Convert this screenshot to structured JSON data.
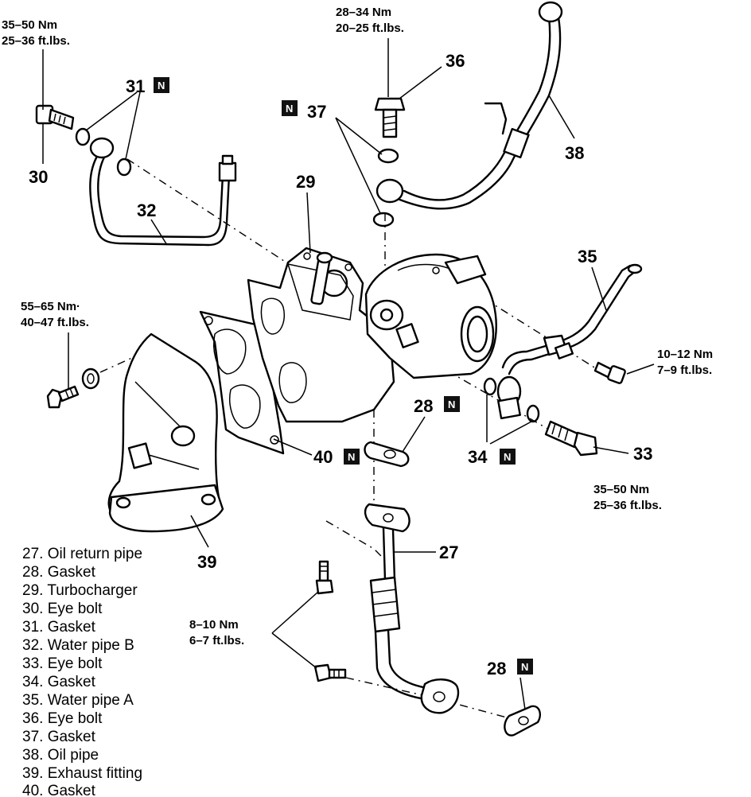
{
  "callouts": {
    "c27": "27",
    "c28a": "28",
    "c28b": "28",
    "c29": "29",
    "c30": "30",
    "c31": "31",
    "c32": "32",
    "c33": "33",
    "c34": "34",
    "c35": "35",
    "c36": "36",
    "c37": "37",
    "c38": "38",
    "c39": "39",
    "c40": "40"
  },
  "badge_symbol": "N",
  "torques": {
    "t30_nm": "35–50 Nm",
    "t30_ft": "25–36 ft.lbs.",
    "t36_nm": "28–34 Nm",
    "t36_ft": "20–25 ft.lbs.",
    "t_manifold_nm": "55–65 Nm·",
    "t_manifold_ft": "40–47 ft.lbs.",
    "t35_nm": "10–12 Nm",
    "t35_ft": "7–9 ft.lbs.",
    "t33_nm": "35–50 Nm",
    "t33_ft": "25–36 ft.lbs.",
    "t27_nm": "8–10 Nm",
    "t27_ft": "6–7 ft.lbs."
  },
  "legend": [
    "27. Oil return pipe",
    "28. Gasket",
    "29. Turbocharger",
    "30. Eye bolt",
    "31. Gasket",
    "32. Water pipe B",
    "33. Eye bolt",
    "34. Gasket",
    "35. Water pipe A",
    "36. Eye bolt",
    "37. Gasket",
    "38. Oil pipe",
    "39. Exhaust fitting",
    "40. Gasket"
  ]
}
